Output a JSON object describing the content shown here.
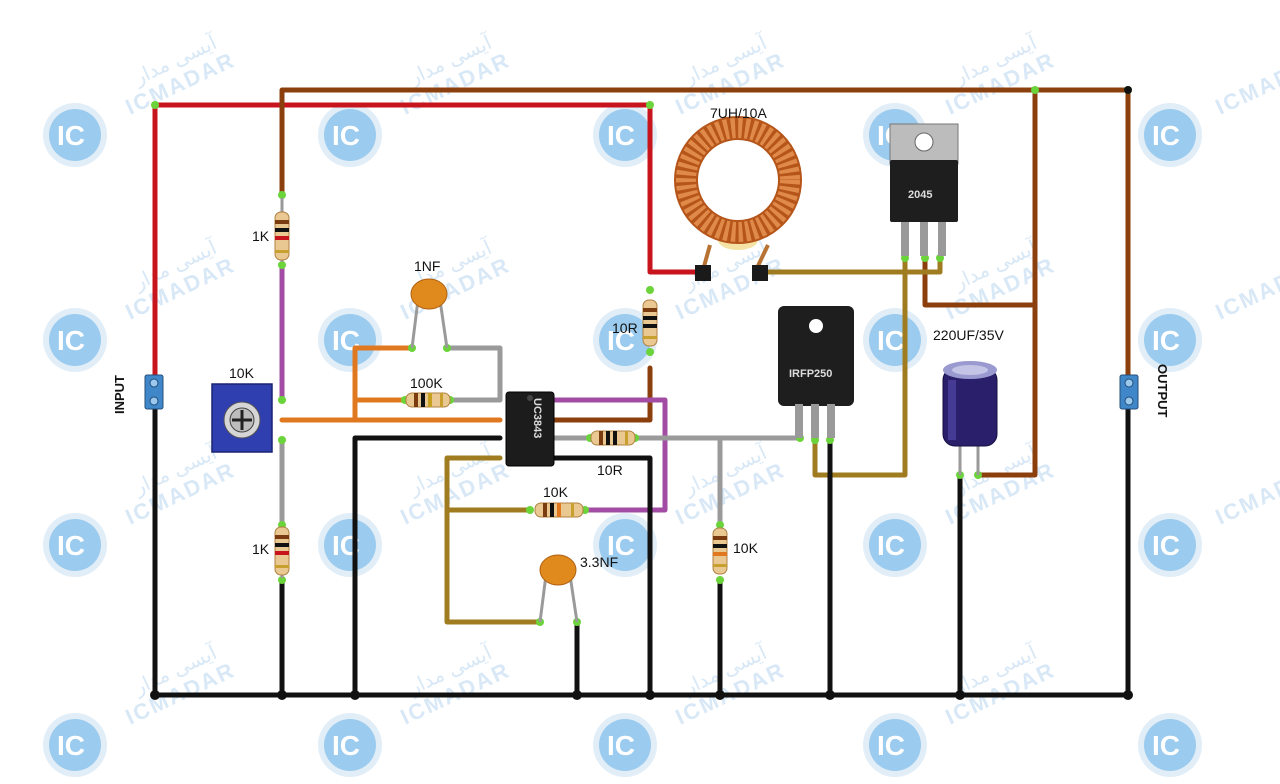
{
  "watermark": {
    "badge": "IC",
    "brand": "ICMADAR",
    "brand_fa": "آیسی مدار"
  },
  "terminals": {
    "input": "INPUT",
    "output": "OUTPUT"
  },
  "labels": {
    "r_top": "1K",
    "r_bottom": "1K",
    "pot": "10K",
    "cap_1nf": "1NF",
    "r_100k": "100K",
    "r_10r_v": "10R",
    "r_10r_h": "10R",
    "r_10k_h": "10K",
    "r_10k_v": "10K",
    "cap_3n3": "3.3NF",
    "inductor": "7UH/10A",
    "cap_elec": "220UF/35V"
  },
  "parts": {
    "ic": "UC3843",
    "mosfet": "IRFP250",
    "diode": "2045"
  },
  "colors": {
    "red": "#c8141c",
    "brown": "#8b3f0c",
    "black": "#111111",
    "orange": "#e07820",
    "purple": "#a24ca4",
    "gray": "#9a9a9a",
    "olive": "#a07c20",
    "pad": "#6ad43a"
  }
}
